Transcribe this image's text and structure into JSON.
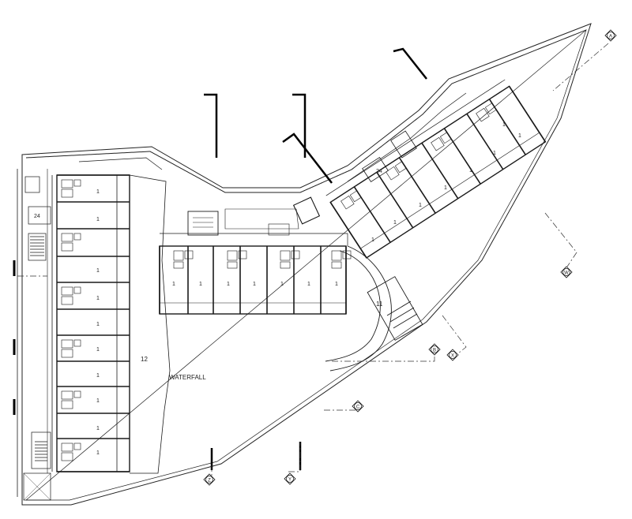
{
  "labels": {
    "unit": "1",
    "courtyard_num": "12",
    "waterfall": "WATERFALL",
    "ramp_num": "11",
    "stair_west": "24",
    "stair_north": "24"
  },
  "section_markers": [
    "A",
    "W",
    "B",
    "X",
    "C",
    "Z",
    "Y"
  ],
  "colors": {
    "line": "#1a1a1a",
    "grid": "#444444",
    "wall": "#000000"
  }
}
